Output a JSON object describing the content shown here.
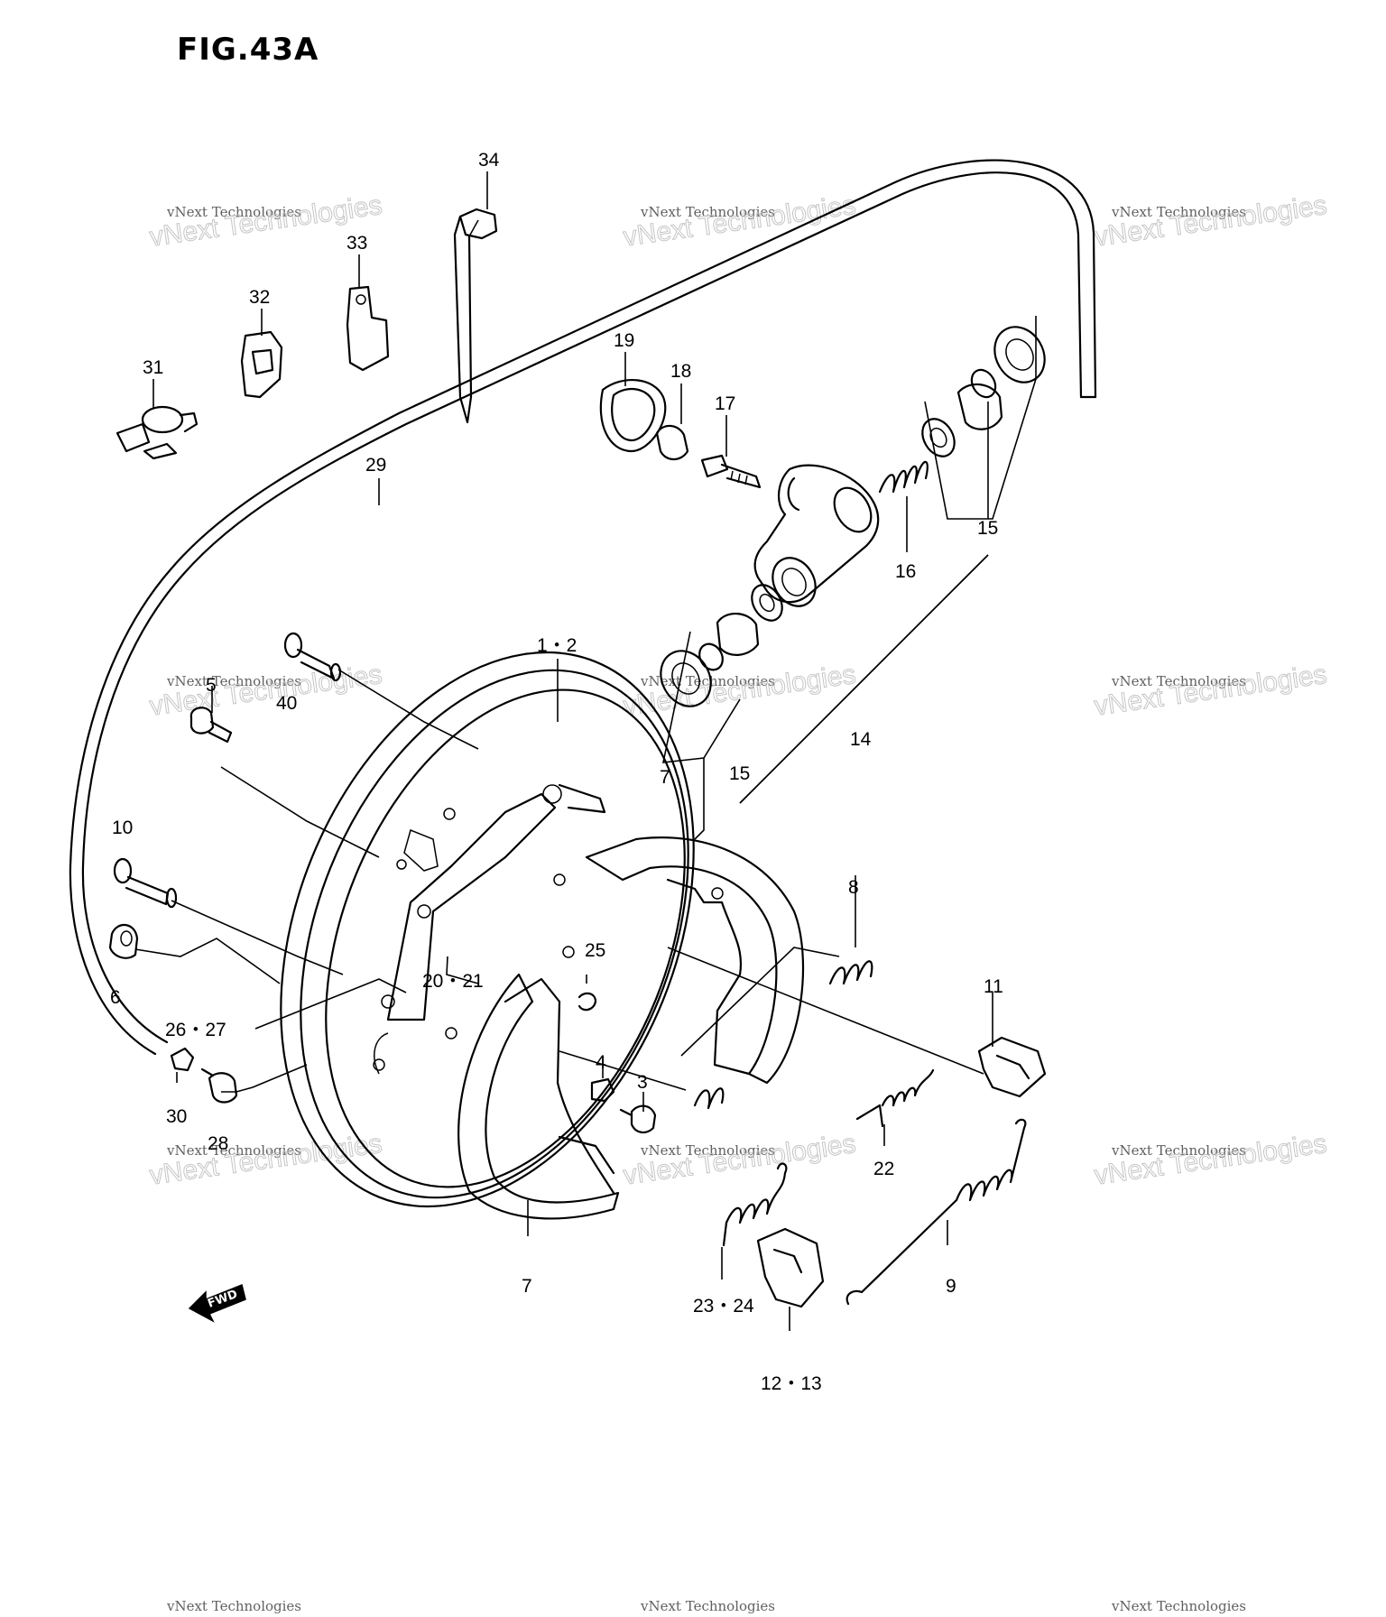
{
  "figure": {
    "title": "FIG.43A"
  },
  "watermark": {
    "line1": "vNext Technologies",
    "line2": "vNext Technologies"
  },
  "fwd": {
    "label": "FWD"
  },
  "callouts": [
    {
      "id": "c34",
      "text": "34"
    },
    {
      "id": "c33",
      "text": "33"
    },
    {
      "id": "c32",
      "text": "32"
    },
    {
      "id": "c31",
      "text": "31"
    },
    {
      "id": "c19",
      "text": "19"
    },
    {
      "id": "c18",
      "text": "18"
    },
    {
      "id": "c17",
      "text": "17"
    },
    {
      "id": "c29",
      "text": "29"
    },
    {
      "id": "c16",
      "text": "16"
    },
    {
      "id": "c15a",
      "text": "15"
    },
    {
      "id": "c1-2",
      "text": "1・2"
    },
    {
      "id": "c5",
      "text": "5"
    },
    {
      "id": "c40",
      "text": "40"
    },
    {
      "id": "c15b",
      "text": "15"
    },
    {
      "id": "c14",
      "text": "14"
    },
    {
      "id": "c7a",
      "text": "7"
    },
    {
      "id": "c10",
      "text": "10"
    },
    {
      "id": "c8",
      "text": "8"
    },
    {
      "id": "c6",
      "text": "6"
    },
    {
      "id": "c20-21",
      "text": "20・21"
    },
    {
      "id": "c25",
      "text": "25"
    },
    {
      "id": "c11",
      "text": "11"
    },
    {
      "id": "c26-27",
      "text": "26・27"
    },
    {
      "id": "c4",
      "text": "4"
    },
    {
      "id": "c3",
      "text": "3"
    },
    {
      "id": "c30",
      "text": "30"
    },
    {
      "id": "c28",
      "text": "28"
    },
    {
      "id": "c22",
      "text": "22"
    },
    {
      "id": "c7b",
      "text": "7"
    },
    {
      "id": "c9",
      "text": "9"
    },
    {
      "id": "c23-24",
      "text": "23・24"
    },
    {
      "id": "c12-13",
      "text": "12・13"
    }
  ]
}
